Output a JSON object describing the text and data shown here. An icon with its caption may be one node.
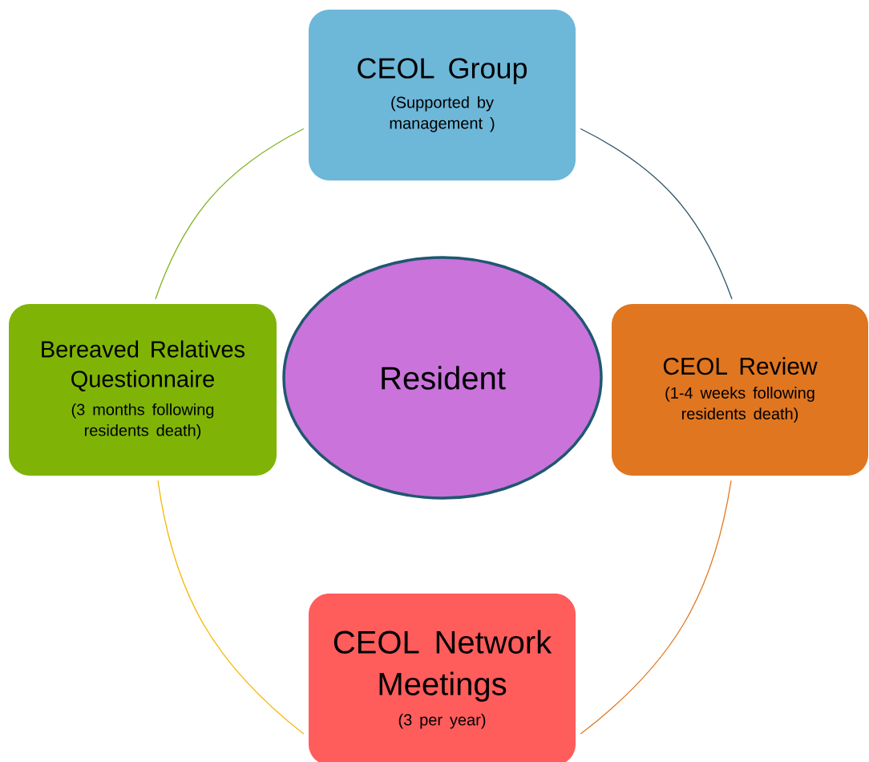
{
  "diagram": {
    "nodes": [
      {
        "text": [
          "CEOL Group",
          "(Supported by management )"
        ]
      },
      {
        "text": [
          "Bereaved Relatives Questionnaire",
          "(3 months following residents death)"
        ]
      },
      {
        "text": [
          "Resident"
        ]
      },
      {
        "text": [
          "CEOL Review",
          "(1-4 weeks following residents death)"
        ]
      },
      {
        "text": [
          "CEOL Network Meetings",
          "(3 per year)"
        ]
      }
    ],
    "edges": [
      {
        "from": 0,
        "to": 3,
        "arrow": "none",
        "color": "#2b5566"
      },
      {
        "from": 3,
        "to": 4,
        "arrow": "none",
        "color": "#e07a22"
      },
      {
        "from": 4,
        "to": 1,
        "arrow": "none",
        "color": "#f5b800"
      },
      {
        "from": 1,
        "to": 0,
        "arrow": "none",
        "color": "#7fb01c"
      }
    ]
  }
}
